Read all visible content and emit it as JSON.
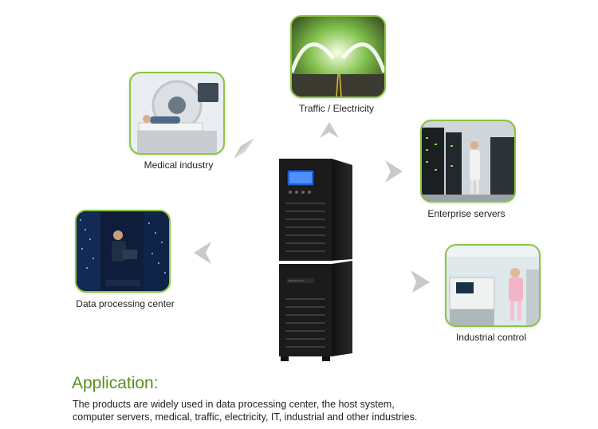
{
  "applications": [
    {
      "key": "traffic",
      "label": "Traffic / Electricity",
      "scene": "bridge"
    },
    {
      "key": "medical",
      "label": "Medical industry",
      "scene": "ct-scanner"
    },
    {
      "key": "enterprise",
      "label": "Enterprise servers",
      "scene": "server-room"
    },
    {
      "key": "dataproc",
      "label": "Data processing center",
      "scene": "data-center"
    },
    {
      "key": "industrial",
      "label": "Industrial control",
      "scene": "factory"
    }
  ],
  "product": {
    "brand_plate": "BATTERY INC"
  },
  "section": {
    "title": "Application:",
    "line1": "The products are widely used in data processing center, the host system,",
    "line2": "computer servers, medical, traffic, electricity, IT, industrial and other industries."
  },
  "colors": {
    "accent": "#8cc63f",
    "title": "#5a8e1c",
    "arrow": "#c9c9c9",
    "cabinet": "#1b1b1b"
  }
}
